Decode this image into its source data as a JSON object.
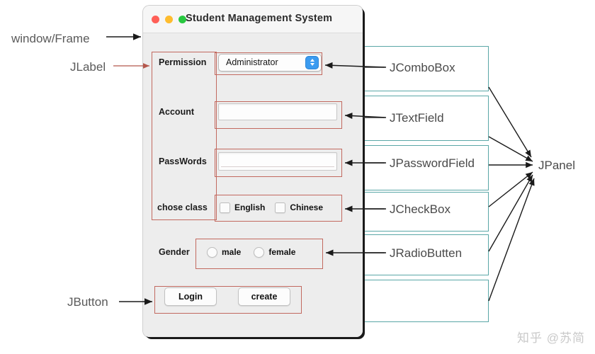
{
  "window": {
    "title": "Student Management System",
    "traffic_lights": [
      "close-red",
      "minimize-yellow",
      "maximize-green"
    ]
  },
  "form": {
    "rows": [
      {
        "label": "Permission",
        "control": "combobox",
        "value": "Administrator"
      },
      {
        "label": "Account",
        "control": "textfield",
        "value": ""
      },
      {
        "label": "PassWords",
        "control": "passwordfield",
        "value": ""
      },
      {
        "label": "chose class",
        "control": "checkboxes",
        "options": [
          "English",
          "Chinese"
        ]
      },
      {
        "label": "Gender",
        "control": "radios",
        "options": [
          "male",
          "female"
        ]
      },
      {
        "label": "",
        "control": "buttons",
        "options": [
          "Login",
          "create"
        ]
      }
    ],
    "combo_value": "Administrator",
    "checkbox_english": "English",
    "checkbox_chinese": "Chinese",
    "radio_male": "male",
    "radio_female": "female",
    "button_login": "Login",
    "button_create": "create"
  },
  "annotations": {
    "left": [
      {
        "id": "window-frame",
        "text": "window/Frame"
      },
      {
        "id": "jlabel",
        "text": "JLabel"
      },
      {
        "id": "jbutton",
        "text": "JButton"
      }
    ],
    "right": [
      {
        "id": "jcombobox",
        "text": "JComboBox"
      },
      {
        "id": "jtextfield",
        "text": "JTextField"
      },
      {
        "id": "jpasswordfield",
        "text": "JPasswordField"
      },
      {
        "id": "jcheckbox",
        "text": "JCheckBox"
      },
      {
        "id": "jradiobutton",
        "text": "JRadioButten"
      }
    ],
    "target": {
      "id": "jpanel",
      "text": "JPanel"
    }
  },
  "watermark": {
    "text": "知乎 @苏简"
  },
  "colors": {
    "teal_border": "#5aa7a7",
    "red_border": "#c2695f",
    "accent_blue": "#3b9bf0",
    "window_bg": "#ededed",
    "anno_text": "#4a4a4a"
  }
}
